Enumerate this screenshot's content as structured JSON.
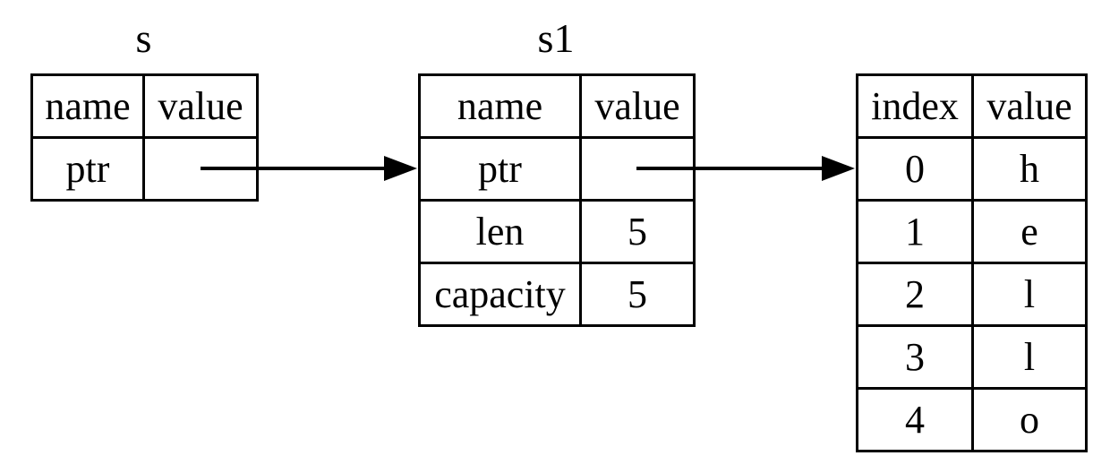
{
  "colors": {
    "foreground": "#000000",
    "background": "#ffffff"
  },
  "tables": {
    "s": {
      "title": "s",
      "headers": [
        "name",
        "value"
      ],
      "rows": [
        [
          "ptr",
          ""
        ]
      ]
    },
    "s1": {
      "title": "s1",
      "headers": [
        "name",
        "value"
      ],
      "rows": [
        [
          "ptr",
          ""
        ],
        [
          "len",
          "5"
        ],
        [
          "capacity",
          "5"
        ]
      ]
    },
    "buffer": {
      "headers": [
        "index",
        "value"
      ],
      "rows": [
        [
          "0",
          "h"
        ],
        [
          "1",
          "e"
        ],
        [
          "2",
          "l"
        ],
        [
          "3",
          "l"
        ],
        [
          "4",
          "o"
        ]
      ]
    }
  },
  "arrows": [
    {
      "from": "s.ptr",
      "to": "s1"
    },
    {
      "from": "s1.ptr",
      "to": "buffer.row-0"
    }
  ]
}
